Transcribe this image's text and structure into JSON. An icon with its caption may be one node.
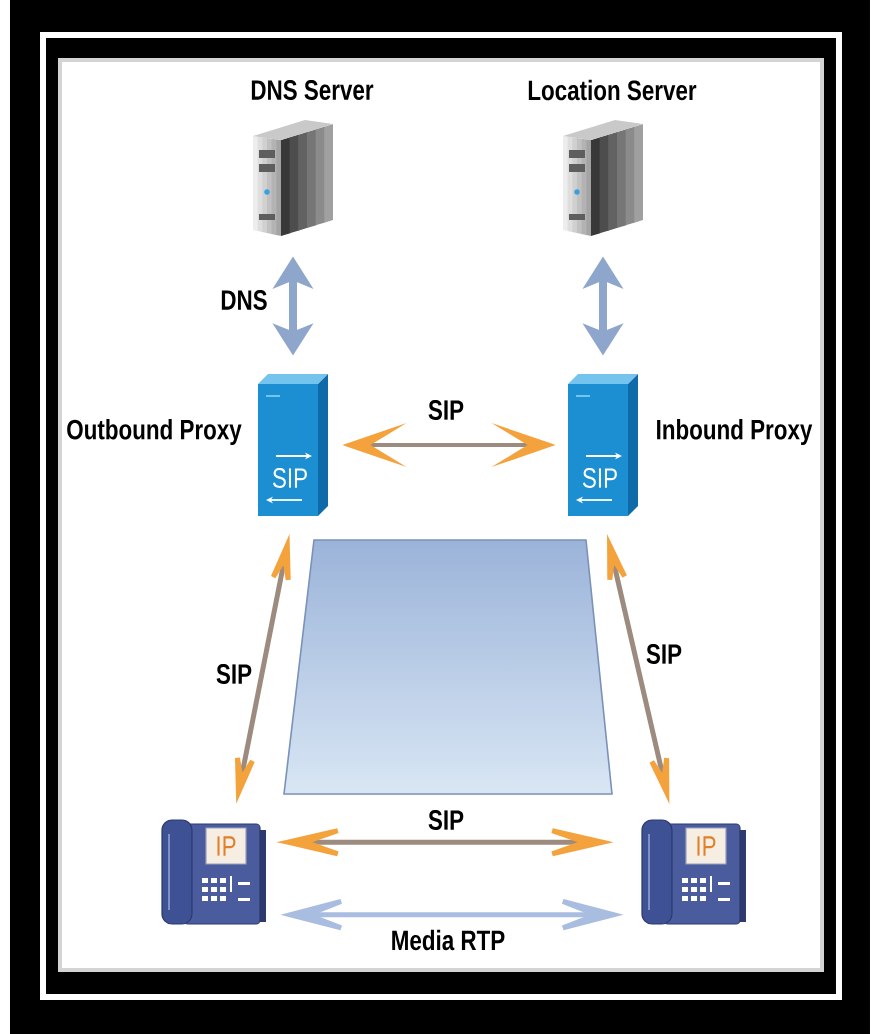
{
  "diagram": {
    "nodes": [
      {
        "text": [],
        "shape": "picture",
        "beside": [
          "DNS Server"
        ]
      },
      {
        "text": [],
        "shape": "picture",
        "beside": [
          "Location Server"
        ]
      },
      {
        "text": [
          "SIP"
        ],
        "beside": [
          "Outbound Proxy"
        ]
      },
      {
        "text": [
          "SIP"
        ],
        "beside": [
          "Inbound Proxy"
        ]
      },
      {
        "text": [
          "IP"
        ]
      },
      {
        "text": [
          "IP"
        ]
      }
    ],
    "edges": [
      {
        "from": 0,
        "to": 2,
        "arrow": "both",
        "label": "DNS",
        "color": "#8fa6cc"
      },
      {
        "from": 1,
        "to": 3,
        "arrow": "both",
        "color": "#8fa6cc"
      },
      {
        "from": 2,
        "to": 3,
        "arrow": "both",
        "label": "SIP"
      },
      {
        "from": 2,
        "to": 4,
        "arrow": "both",
        "label": "SIP"
      },
      {
        "from": 3,
        "to": 5,
        "arrow": "both",
        "label": "SIP"
      },
      {
        "from": 4,
        "to": 5,
        "arrow": "both",
        "label": "SIP"
      },
      {
        "from": 4,
        "to": 5,
        "arrow": "both",
        "label": "Media RTP",
        "color": "#a9bde0"
      }
    ]
  }
}
